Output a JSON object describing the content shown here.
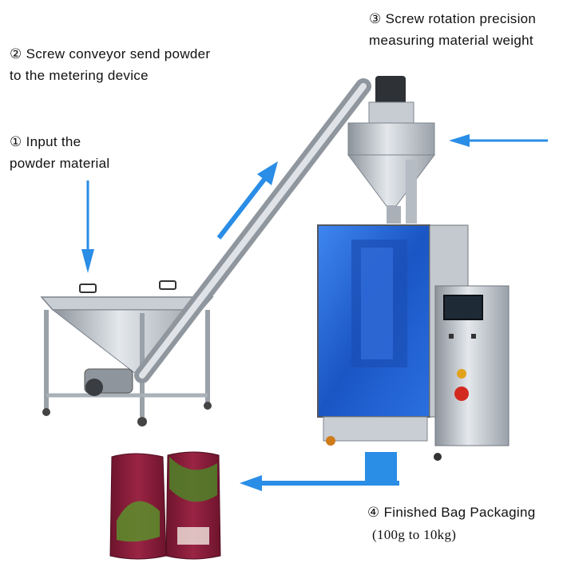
{
  "steps": [
    {
      "id": "step1",
      "lines": [
        "① Input the",
        "powder material"
      ]
    },
    {
      "id": "step2",
      "lines": [
        "②  Screw conveyor send powder",
        "to the metering device"
      ]
    },
    {
      "id": "step3",
      "lines": [
        "③  Screw rotation precision",
        "measuring material weight"
      ]
    },
    {
      "id": "step4",
      "lines": [
        "④  Finished Bag Packaging"
      ]
    }
  ],
  "bag_range": "(100g to 10kg)",
  "colors": {
    "arrow": "#2a8de6",
    "machine_panel": "#1f64d6",
    "steel": "#b8bec6",
    "bag": "#8a1e3a",
    "bag_leaf": "#5a8f2c"
  },
  "icons": [
    "arrow-down-icon",
    "arrow-up-right-icon",
    "arrow-left-icon",
    "arrow-elbow-icon"
  ]
}
